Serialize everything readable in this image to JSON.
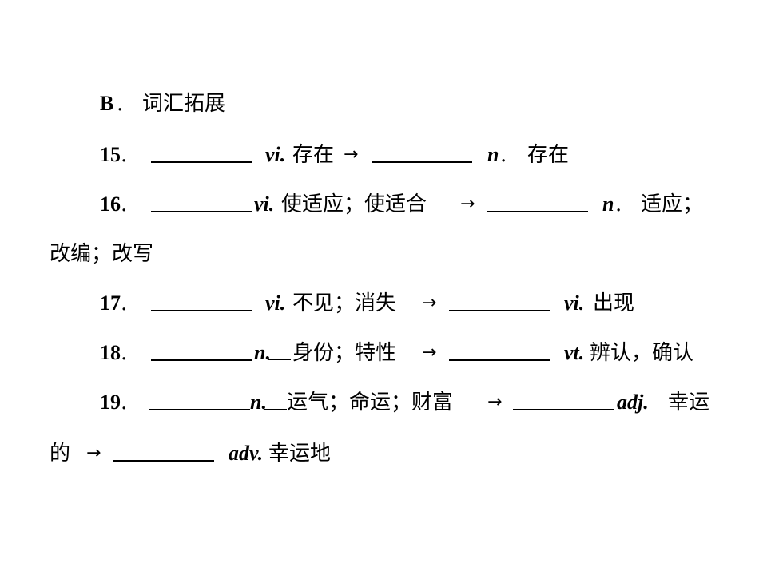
{
  "section_heading": {
    "letter": "B",
    "dot": ".",
    "title": "词汇拓展"
  },
  "items": [
    {
      "num": "15",
      "dot": ".",
      "pos1": "vi.",
      "meaning1": "存在",
      "arrow": "→",
      "pos2": "n",
      "dot2": ".",
      "meaning2": "存在"
    },
    {
      "num": "16",
      "dot": ".",
      "pos1": "vi.",
      "meaning1": "使适应；使适合",
      "arrow": "→",
      "pos2": "n",
      "dot2": ".",
      "meaning2": "适应；",
      "meaning2_cont": "改编；改写"
    },
    {
      "num": "17",
      "dot": ".",
      "pos1": "vi.",
      "meaning1": "不见；消失",
      "arrow": "→",
      "pos2": "vi.",
      "meaning2": "出现"
    },
    {
      "num": "18",
      "dot": ".",
      "pos1": "n.",
      "meaning1": "身份；特性",
      "arrow": "→",
      "pos2": "vt.",
      "meaning2": "辨认，确认"
    },
    {
      "num": "19",
      "dot": ".",
      "pos1": "n.",
      "meaning1": "运气；命运；财富",
      "arrow": "→",
      "pos2": "adj.",
      "meaning2": "幸运",
      "meaning2_cont": "的",
      "arrow2": "→",
      "pos3": "adv.",
      "meaning3": "幸运地"
    }
  ]
}
